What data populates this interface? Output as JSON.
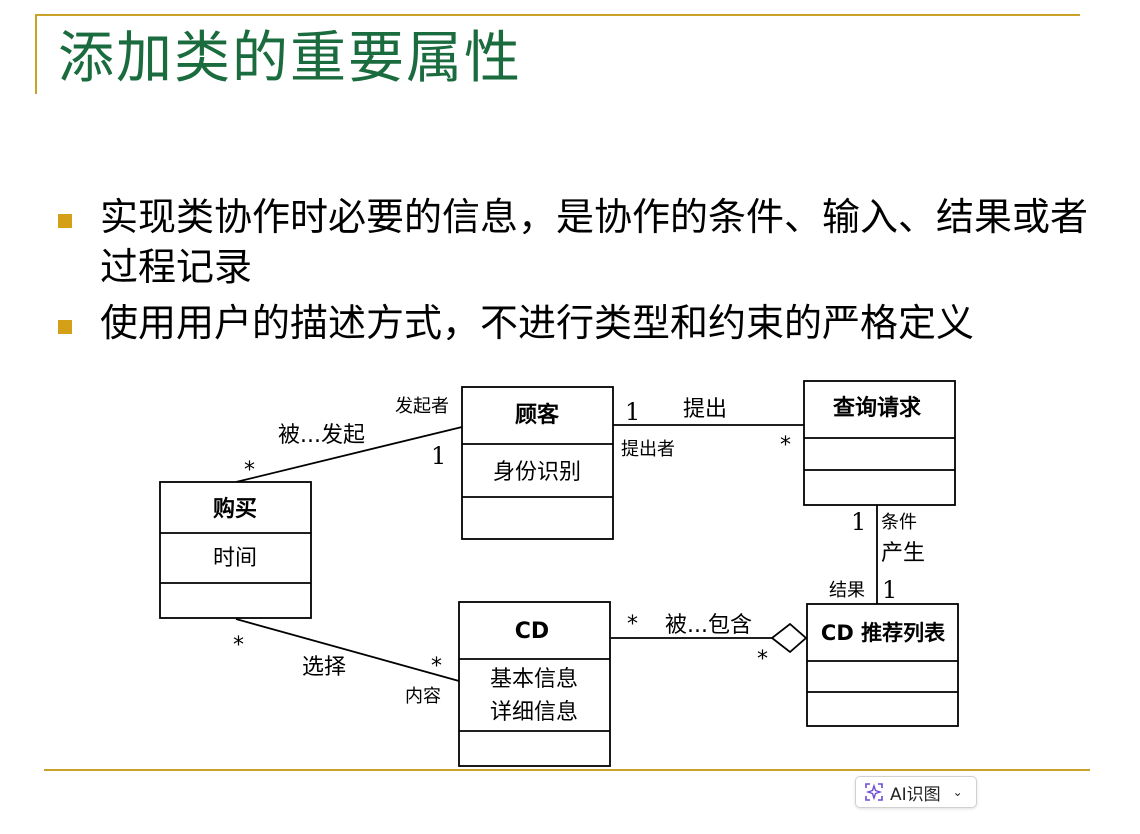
{
  "title": "添加类的重要属性",
  "bullets": [
    "实现类协作时必要的信息，是协作的条件、输入、结果或者过程记录",
    "使用用户的描述方式，不进行类型和约束的严格定义"
  ],
  "diagram": {
    "classes": {
      "customer": {
        "name": "顾客",
        "attribute": "身份识别"
      },
      "query": {
        "name": "查询请求",
        "attribute": ""
      },
      "purchase": {
        "name": "购买",
        "attribute": "时间"
      },
      "cd": {
        "name": "CD",
        "attributes": [
          "基本信息",
          "详细信息"
        ]
      },
      "recommend": {
        "name": "CD 推荐列表",
        "attribute": ""
      }
    },
    "associations": {
      "purchase_customer": {
        "label": "被...发起",
        "role": "发起者",
        "mult_purchase": "*",
        "mult_customer": "1"
      },
      "customer_query": {
        "label": "提出",
        "role": "提出者",
        "mult_customer": "1",
        "mult_query": "*"
      },
      "query_recommend": {
        "label": "产生",
        "role_top": "条件",
        "role_bottom": "结果",
        "mult_query": "1",
        "mult_recommend": "1"
      },
      "purchase_cd": {
        "label": "选择",
        "role": "内容",
        "mult_purchase": "*",
        "mult_cd": "*"
      },
      "cd_recommend": {
        "label": "被...包含",
        "mult_cd": "*",
        "mult_recommend": "*"
      }
    }
  },
  "ai_button": {
    "label": "AI识图",
    "icon": "sparkle-scan-icon",
    "chevron": "chevron-down-icon"
  },
  "colors": {
    "title": "#1a6b3e",
    "accent": "#c9a227",
    "bullet": "#d4a017"
  }
}
